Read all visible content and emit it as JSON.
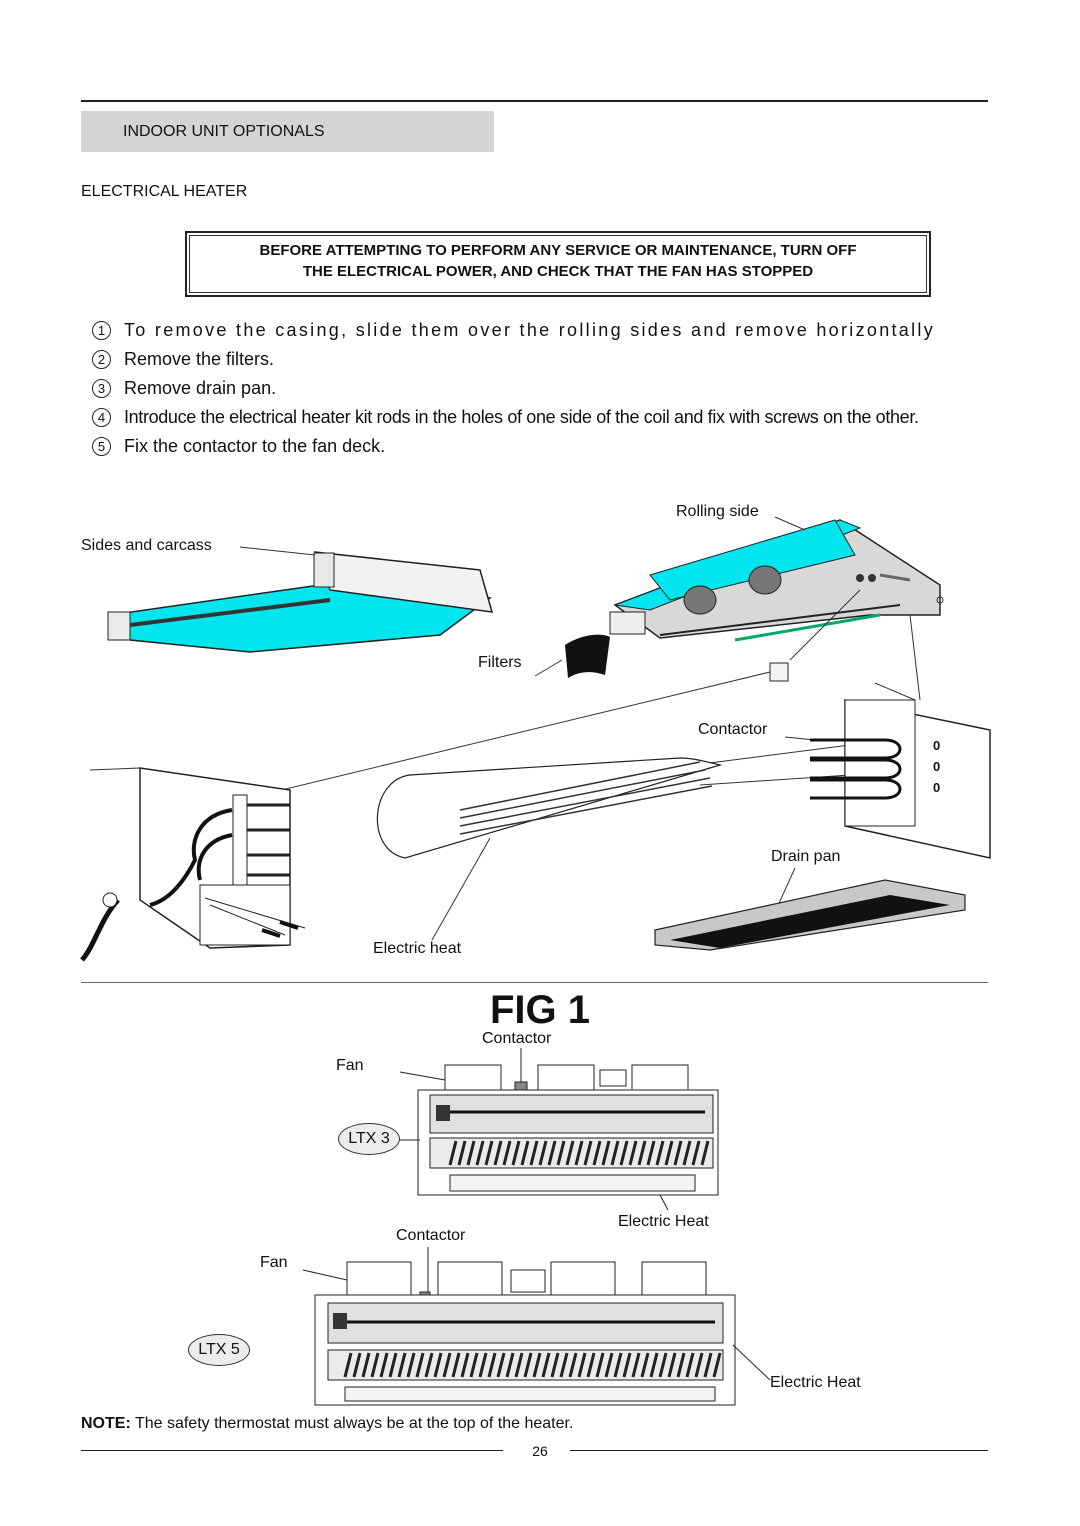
{
  "header": {
    "section_title": "INDOOR UNIT OPTIONALS",
    "subtitle": "ELECTRICAL HEATER"
  },
  "warning": {
    "line1": "BEFORE ATTEMPTING TO PERFORM ANY SERVICE OR MAINTENANCE, TURN OFF",
    "line2": "THE ELECTRICAL POWER, AND CHECK THAT THE FAN HAS STOPPED"
  },
  "steps": [
    {
      "num": "1",
      "text": "To remove the casing, slide them over the rolling sides and remove horizontally"
    },
    {
      "num": "2",
      "text": "Remove the filters."
    },
    {
      "num": "3",
      "text": "Remove drain pan."
    },
    {
      "num": "4",
      "text": "Introduce the electrical heater kit rods in the holes of one side of the coil and fix with screws on  the other."
    },
    {
      "num": "5",
      "text": "Fix the contactor to the fan deck."
    }
  ],
  "figure1": {
    "labels": {
      "rolling_side": "Rolling side",
      "sides_and_carcass": "Sides and carcass",
      "filters": "Filters",
      "contactor": "Contactor",
      "drain_pan": "Drain pan",
      "electric_heat": "Electric heat"
    },
    "terminal_marks": [
      "0",
      "0",
      "0"
    ],
    "title": "FIG 1",
    "colors": {
      "casing": "#00e5ee",
      "metal": "#d8d8d8"
    }
  },
  "figure2": {
    "ltx3": {
      "badge": "LTX 3",
      "contactor": "Contactor",
      "fan": "Fan",
      "electric_heat": "Electric Heat"
    },
    "ltx5": {
      "badge": "LTX 5",
      "contactor": "Contactor",
      "fan": "Fan",
      "electric_heat": "Electric Heat"
    }
  },
  "note": {
    "prefix": "NOTE:",
    "text": " The safety thermostat must always be at the top of the heater."
  },
  "page_number": "26"
}
